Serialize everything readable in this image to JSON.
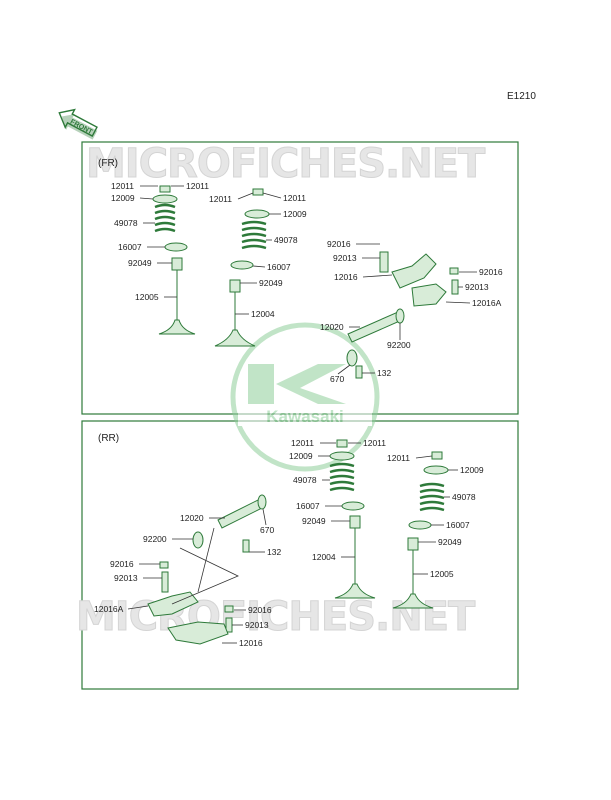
{
  "page_code": "E1210",
  "front_label": "FRONT",
  "watermark": "MICROFICHES.NET",
  "logo_text": "Kawasaki",
  "colors": {
    "line": "#2e7a3a",
    "part_fill": "#d8ecd8",
    "logo": "#8fce9a",
    "frame": "#2e7a3a"
  },
  "sections": [
    {
      "title": "(FR)",
      "callouts": [
        "12011",
        "12011",
        "12009",
        "49078",
        "16007",
        "92049",
        "12005",
        "12011",
        "12011",
        "12009",
        "49078",
        "16007",
        "92049",
        "12004",
        "92016",
        "92013",
        "12016",
        "92016",
        "92013",
        "12016A",
        "12020",
        "92200",
        "670",
        "132"
      ]
    },
    {
      "title": "(RR)",
      "callouts": [
        "12011",
        "12011",
        "12009",
        "49078",
        "16007",
        "92049",
        "12004",
        "12011",
        "12009",
        "49078",
        "16007",
        "92049",
        "12005",
        "12020",
        "670",
        "92200",
        "132",
        "92016",
        "92013",
        "12016A",
        "92016",
        "92013",
        "12016"
      ]
    }
  ]
}
